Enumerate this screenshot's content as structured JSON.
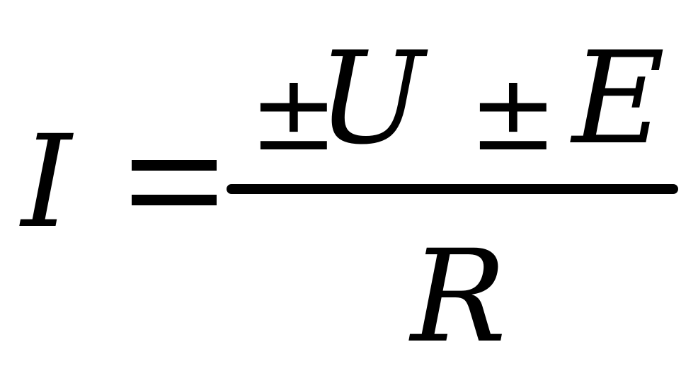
{
  "formula": {
    "lhs": "I",
    "numerator": {
      "sign1": "±",
      "term1": "U",
      "sign2": "±",
      "term2": "E"
    },
    "denominator": "R"
  }
}
